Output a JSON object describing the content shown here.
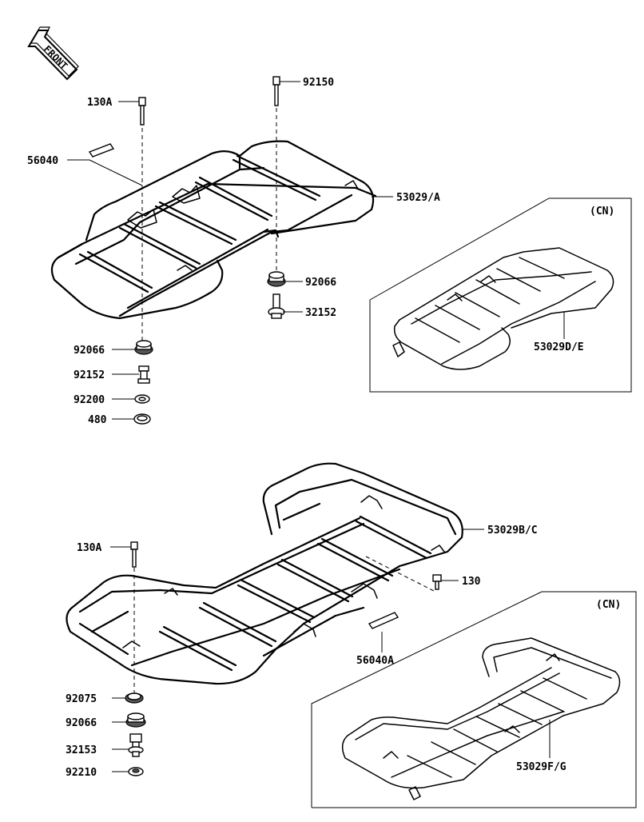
{
  "front_arrow": {
    "label": "FRONT"
  },
  "labels": {
    "p130a_top": "130A",
    "p92150": "92150",
    "p56040": "56040",
    "p53029a": "53029/A",
    "p92066_right": "92066",
    "p32152": "32152",
    "p92066_left": "92066",
    "p92152": "92152",
    "p92200": "92200",
    "p480": "480",
    "cn_top": "(CN)",
    "p53029de": "53029D/E",
    "p53029bc": "53029B/C",
    "p130a_bottom": "130A",
    "p130": "130",
    "p56040a": "56040A",
    "p92075": "92075",
    "p92066_bottom": "92066",
    "p32153": "32153",
    "p92210": "92210",
    "cn_bottom": "(CN)",
    "p53029fg": "53029F/G"
  }
}
